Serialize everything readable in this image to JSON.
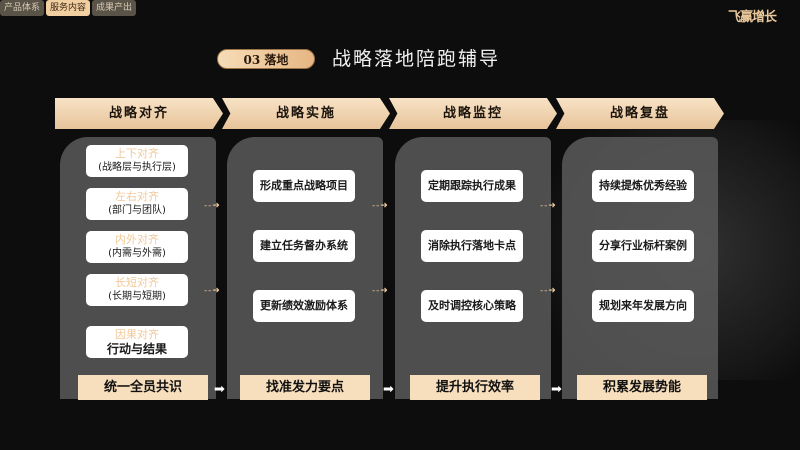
{
  "nav_tabs": [
    {
      "label": "产品体系"
    },
    {
      "label": "服务内容",
      "active": true
    },
    {
      "label": "成果产出"
    }
  ],
  "logo_text": "飞赢增长",
  "section": {
    "badge": "03 落地",
    "title": "战略落地陪跑辅导"
  },
  "columns": [
    {
      "header": "战略对齐",
      "footer": "统一全员共识",
      "items": [
        {
          "title": "上下对齐",
          "sub": "(战略层与执行层)"
        },
        {
          "title": "左右对齐",
          "sub": "(部门与团队)"
        },
        {
          "title": "内外对齐",
          "sub": "(内需与外需)"
        },
        {
          "title": "长短对齐",
          "sub": "(长期与短期)"
        },
        {
          "title": "因果对齐",
          "sub": "行动与结果"
        }
      ]
    },
    {
      "header": "战略实施",
      "footer": "找准发力要点",
      "items": [
        "形成重点战略项目",
        "建立任务督办系统",
        "更新绩效激励体系"
      ]
    },
    {
      "header": "战略监控",
      "footer": "提升执行效率",
      "items": [
        "定期跟踪执行成果",
        "消除执行落地卡点",
        "及时调控核心策略"
      ]
    },
    {
      "header": "战略复盘",
      "footer": "积累发展势能",
      "items": [
        "持续提炼优秀经验",
        "分享行业标杆案例",
        "规划来年发展方向"
      ]
    }
  ],
  "colors": {
    "accent": "#f2cfa1",
    "panel": "#5a5a5a",
    "background": "#0e0d0d"
  }
}
